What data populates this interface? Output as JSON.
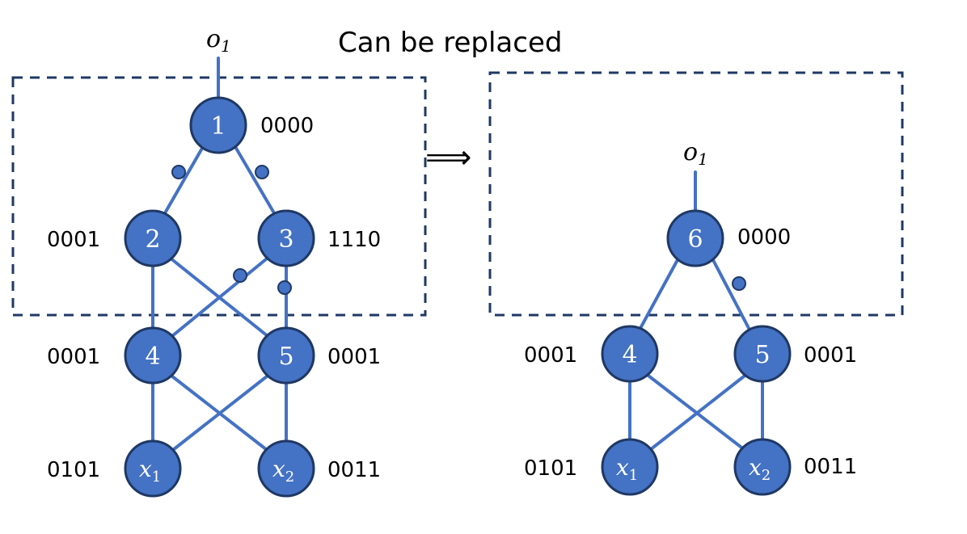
{
  "caption": "Can be replaced",
  "arrow": "⟹",
  "left": {
    "output": {
      "var": "o",
      "sub": "1"
    },
    "nodes": [
      {
        "id": "1",
        "code": "0000"
      },
      {
        "id": "2",
        "code": "0001"
      },
      {
        "id": "3",
        "code": "1110"
      },
      {
        "id": "4",
        "code": "0001"
      },
      {
        "id": "5",
        "code": "0001"
      },
      {
        "id": "x1",
        "var": "x",
        "sub": "1",
        "code": "0101"
      },
      {
        "id": "x2",
        "var": "x",
        "sub": "2",
        "code": "0011"
      }
    ]
  },
  "right": {
    "output": {
      "var": "o",
      "sub": "1"
    },
    "nodes": [
      {
        "id": "6",
        "code": "0000"
      },
      {
        "id": "4",
        "code": "0001"
      },
      {
        "id": "5",
        "code": "0001"
      },
      {
        "id": "x1",
        "var": "x",
        "sub": "1",
        "code": "0101"
      },
      {
        "id": "x2",
        "var": "x",
        "sub": "2",
        "code": "0011"
      }
    ]
  }
}
